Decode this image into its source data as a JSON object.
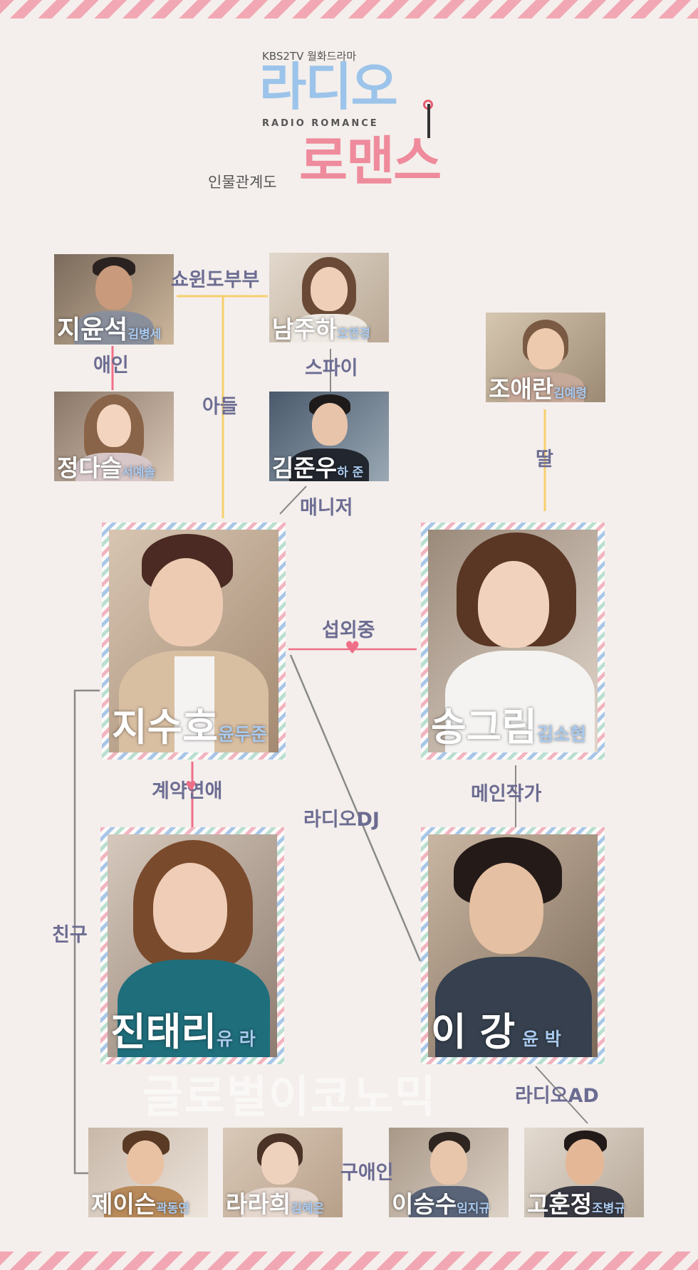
{
  "header": {
    "subtitle": "KBS2TV 월화드라마",
    "title_top": "라디오",
    "title_latin": "RADIO ROMANCE",
    "title_bottom": "로맨스",
    "tag": "인물관계도"
  },
  "characters": {
    "ji_yoonsuk": {
      "name": "지윤석",
      "actor": "김병세"
    },
    "nam_juha": {
      "name": "남주하",
      "actor": "오연경"
    },
    "jo_aeran": {
      "name": "조애란",
      "actor": "김예령"
    },
    "jung_dasul": {
      "name": "정다슬",
      "actor": "서예솔"
    },
    "kim_junwoo": {
      "name": "김준우",
      "actor": "하 준"
    },
    "ji_suho": {
      "name": "지수호",
      "actor": "윤두준"
    },
    "song_grim": {
      "name": "송그림",
      "actor": "김소현"
    },
    "jin_taeri": {
      "name": "진태리",
      "actor": "유 라"
    },
    "lee_kang": {
      "name": "이 강",
      "actor": "윤 박"
    },
    "jason": {
      "name": "제이슨",
      "actor": "곽동연"
    },
    "ra_rahee": {
      "name": "라라희",
      "actor": "김혜은"
    },
    "lee_seungsu": {
      "name": "이승수",
      "actor": "임지규"
    },
    "go_hunjung": {
      "name": "고훈정",
      "actor": "조병규"
    }
  },
  "relations": {
    "showwindow_couple": "쇼윈도부부",
    "lover": "애인",
    "spy": "스파이",
    "son": "아들",
    "daughter": "딸",
    "manager": "매니저",
    "recruiting": "섭외중",
    "contract_dating": "계약연애",
    "radio_dj": "라디오DJ",
    "main_writer": "메인작가",
    "friend": "친구",
    "ex_lover": "구애인",
    "radio_ad": "라디오AD"
  },
  "watermark": "글로벌이코노믹",
  "colors": {
    "background": "#f4efec",
    "label": "#6c6c92",
    "yellow_line": "#f6cf6e",
    "pink_line": "#ef6f88",
    "gray_line": "#8a8a8a",
    "title_blue": "#9cc4ea",
    "title_pink": "#ee8b9c",
    "actor_blue": "#a9c9ee"
  }
}
